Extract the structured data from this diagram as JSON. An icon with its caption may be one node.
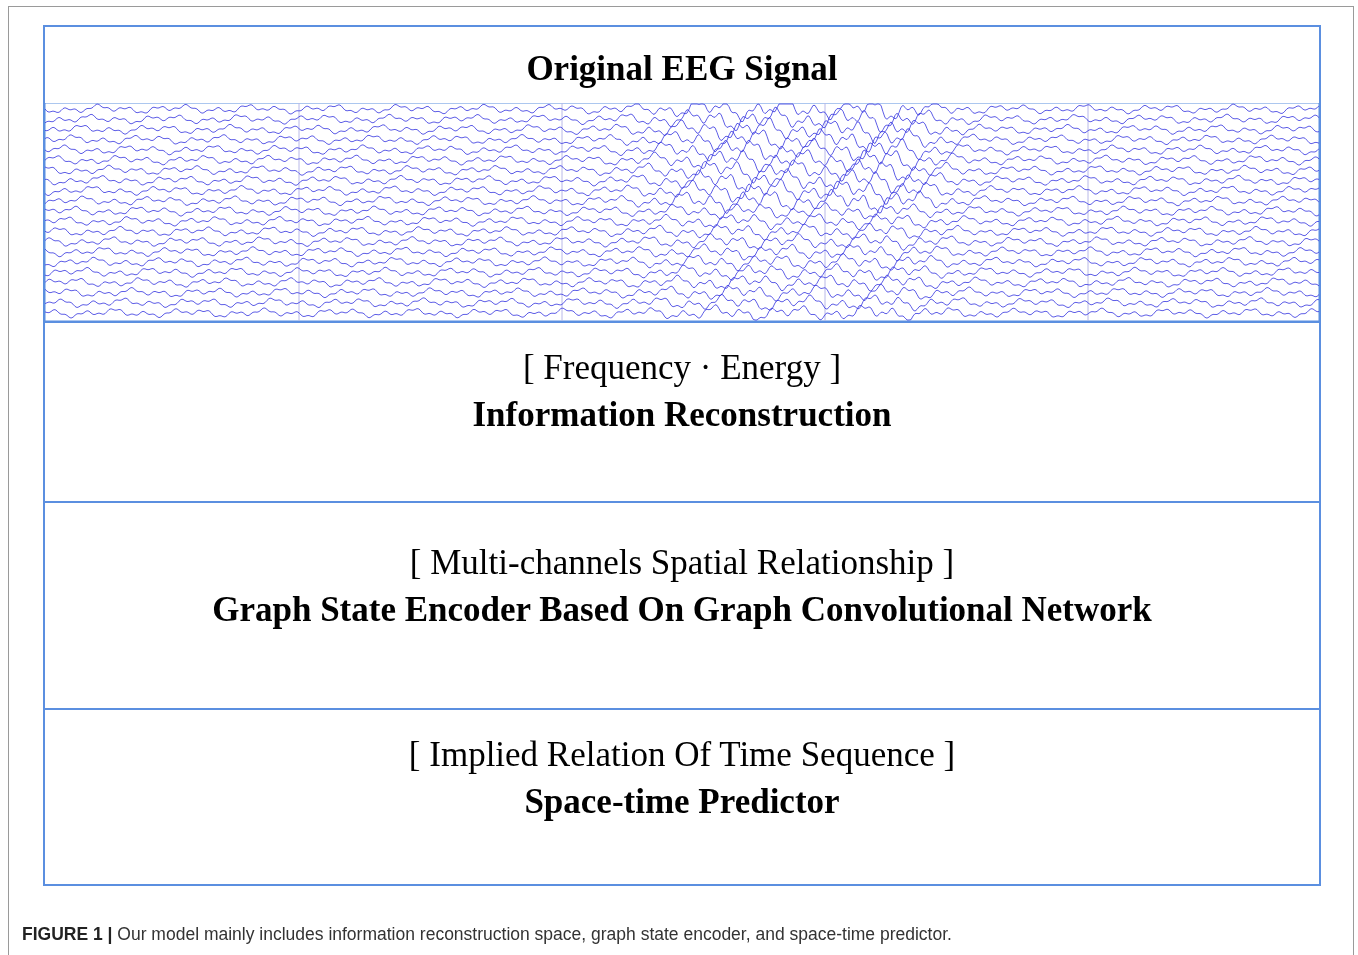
{
  "diagram": {
    "caption": "**FIGURE 1 |** Our model mainly includes information reconstruction space, graph state encoder, and space-time predictor.",
    "nodes": [
      {
        "text": [
          "Original EEG Signal"
        ]
      },
      {
        "text": [
          "[ Frequency · Energy ]",
          "Information Reconstruction"
        ]
      },
      {
        "text": [
          "[ Multi-channels Spatial Relationship ]",
          "Graph State Encoder Based On Graph Convolutional Network"
        ]
      },
      {
        "text": [
          "[ Implied Relation Of Time Sequence ]",
          "Space-time Predictor"
        ]
      }
    ]
  }
}
